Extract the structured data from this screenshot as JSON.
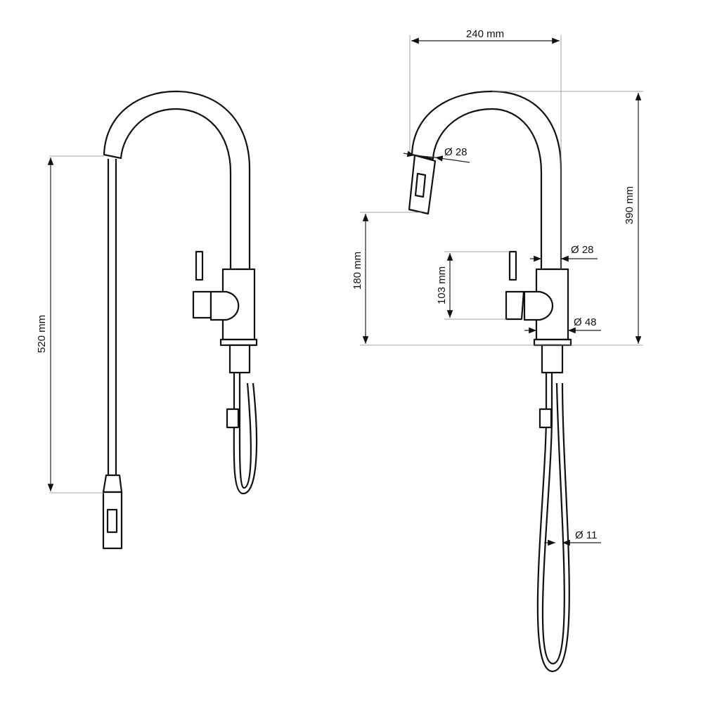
{
  "left_view": {
    "height_label": "520 mm"
  },
  "right_view": {
    "width_label": "240 mm",
    "height_label": "390 mm",
    "spout_height_label": "180 mm",
    "handle_height_label": "103 mm",
    "spout_diameter_label": "Ø 28",
    "arm_diameter_label": "Ø 28",
    "body_diameter_label": "Ø 48",
    "hose_diameter_label": "Ø 11"
  }
}
